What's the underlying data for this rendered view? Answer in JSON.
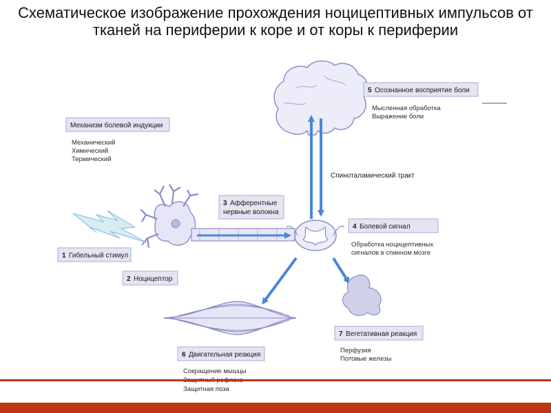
{
  "title": "Схематическое изображение прохождения ноцицептивных импульсов от тканей на периферии к коре и от коры к периферии",
  "colors": {
    "accent": "#c0350f",
    "arrow": "#4a86d8",
    "tissue_fill": "#e6e6f6",
    "tissue_stroke": "#8a8cc8",
    "label_fill": "#e4e4f2"
  },
  "boxes": {
    "mechanism": {
      "title": "Механизм болевой индукции",
      "items": [
        "Механический",
        "Химический",
        "Термический"
      ]
    },
    "stimulus": {
      "num": "1",
      "title": "Гибельный стимул"
    },
    "nociceptor": {
      "num": "2",
      "title": "Ноцицептор"
    },
    "afferent": {
      "num": "3",
      "title_line1": "Афферентные",
      "title_line2": "нервные волокна"
    },
    "pain_signal": {
      "num": "4",
      "title": "Болевой сигнал",
      "items": [
        "Обработка ноцицептивных",
        "сигналов в спинном мозге"
      ]
    },
    "perception": {
      "num": "5",
      "title": "Осознанное восприятие боли",
      "items": [
        "Мысленная обработка",
        "Выражение боли"
      ]
    },
    "motor": {
      "num": "6",
      "title": "Двигательная реакция",
      "items": [
        "Сокращение мышцы",
        "Защитный рефлекс",
        "Защитная поза"
      ]
    },
    "vegetative": {
      "num": "7",
      "title": "Вегетативная реакция",
      "items": [
        "Перфузия",
        "Потовые железы"
      ]
    }
  },
  "tract_label": "Спиноталамический тракт",
  "icons": [
    "brain-icon",
    "neuron-icon",
    "spinal-cord-icon",
    "muscle-icon",
    "organ-icon",
    "lightning-stimulus-icon"
  ]
}
